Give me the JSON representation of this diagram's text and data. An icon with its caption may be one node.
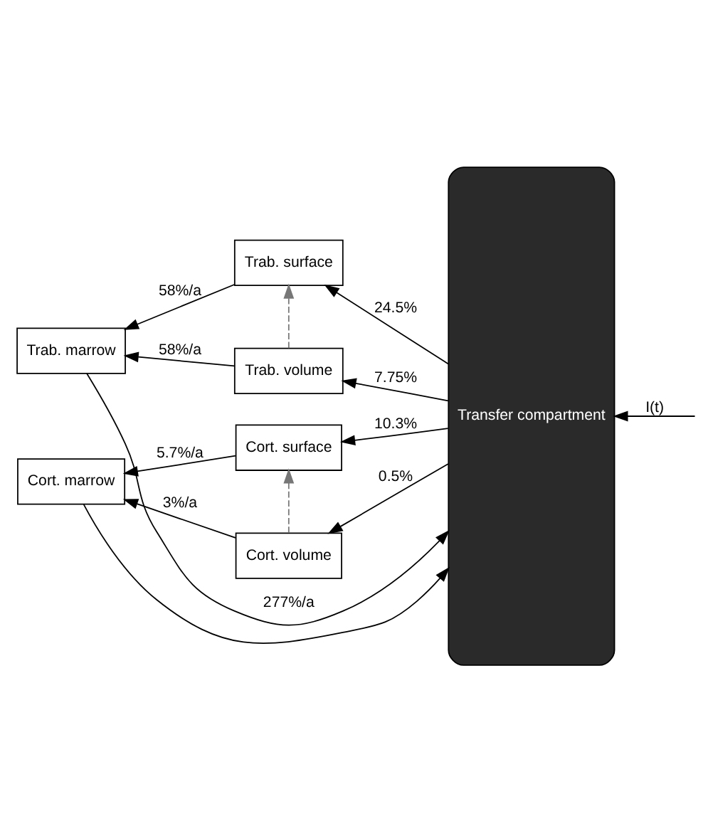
{
  "diagram": {
    "nodes": [
      {
        "text": [
          "Transfer compartment"
        ]
      },
      {
        "text": [
          "Trab. surface"
        ]
      },
      {
        "text": [
          "Trab. volume"
        ]
      },
      {
        "text": [
          "Trab. marrow"
        ]
      },
      {
        "text": [
          "Cort. surface"
        ]
      },
      {
        "text": [
          "Cort. volume"
        ]
      },
      {
        "text": [
          "Cort. marrow"
        ]
      }
    ],
    "edges": [
      {
        "from": null,
        "to": 0,
        "arrow": "to",
        "label": "I(t)"
      },
      {
        "from": 0,
        "to": 1,
        "arrow": "to",
        "label": "24.5%"
      },
      {
        "from": 0,
        "to": 2,
        "arrow": "to",
        "label": "7.75%"
      },
      {
        "from": 0,
        "to": 4,
        "arrow": "to",
        "label": "10.3%"
      },
      {
        "from": 0,
        "to": 5,
        "arrow": "to",
        "label": "0.5%"
      },
      {
        "from": 1,
        "to": 3,
        "arrow": "to",
        "label": "58%/a"
      },
      {
        "from": 2,
        "to": 3,
        "arrow": "to",
        "label": "58%/a"
      },
      {
        "from": 2,
        "to": 1,
        "arrow": "to",
        "style": "dashed",
        "color": "#777777"
      },
      {
        "from": 4,
        "to": 6,
        "arrow": "to",
        "label": "5.7%/a"
      },
      {
        "from": 5,
        "to": 6,
        "arrow": "to",
        "label": "3%/a"
      },
      {
        "from": 5,
        "to": 4,
        "arrow": "to",
        "style": "dashed",
        "color": "#777777"
      },
      {
        "from": 3,
        "to": 0,
        "arrow": "to",
        "label": "277%/a"
      },
      {
        "from": 6,
        "to": 0,
        "arrow": "to"
      }
    ]
  }
}
